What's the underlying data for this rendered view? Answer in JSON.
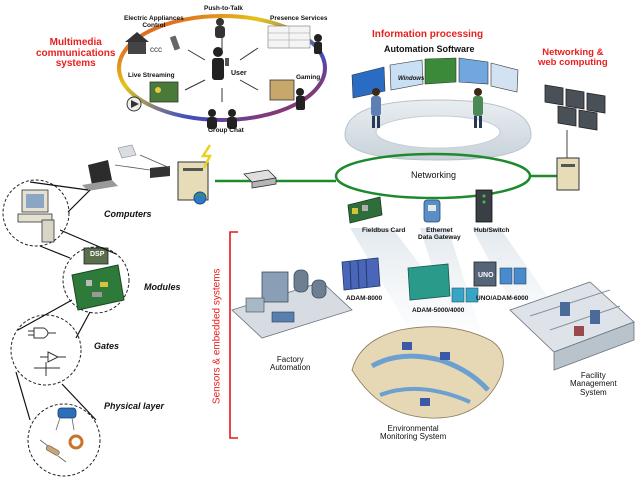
{
  "ring": {
    "center": "User",
    "nodes": {
      "push_to_talk": "Push-to-Talk",
      "electric_appliances": "Electric Appliances\nControl",
      "presence_services": "Presence Services",
      "live_streaming": "Live Streaming",
      "gaming": "Gaming",
      "group_chat": "Group Chat"
    }
  },
  "headings": {
    "multimedia": "Multimedia\ncommunications\nsystems",
    "information": "Information processing",
    "networking_web": "Networking &\nweb computing",
    "sensors": "Sensors & embedded systems"
  },
  "labels": {
    "automation_software": "Automation Software",
    "networking": "Networking",
    "computers": "Computers",
    "modules": "Modules",
    "gates": "Gates",
    "physical_layer": "Physical layer",
    "fieldbus_card": "Fieldbus Card",
    "ethernet_gateway": "Ethernet\nData Gateway",
    "hub_switch": "Hub/Switch",
    "adam_8000": "ADAM-8000",
    "adam_5000": "ADAM-5000/4000",
    "uno_adam": "UNO/ADAM-6000",
    "factory": "Factory\nAutomation",
    "environmental": "Environmental\nMonitoring System",
    "facility": "Facility\nManagement\nSystem",
    "dsp_chip": "DSP"
  },
  "colors": {
    "heading_red": "#e8201e",
    "network_green": "#1e8a2c",
    "bracket_red": "#e01a1a"
  }
}
